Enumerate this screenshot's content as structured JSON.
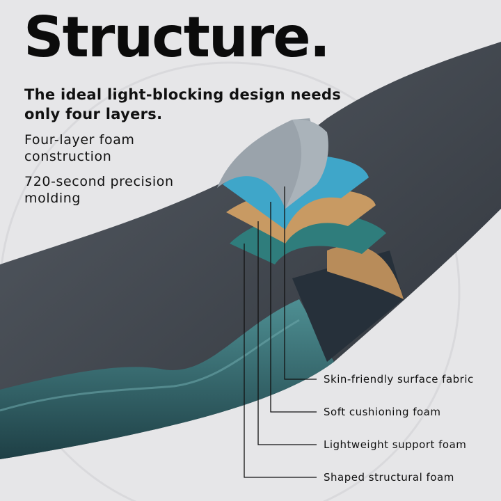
{
  "header": {
    "title": "Structure.",
    "subtitle": "The ideal light-blocking design needs only four layers."
  },
  "features": [
    "Four-layer foam construction",
    "720-second precision molding"
  ],
  "layers": [
    {
      "label": "Skin-friendly surface fabric",
      "color": "#9aa3ab"
    },
    {
      "label": "Soft cushioning foam",
      "color": "#3fa6c9"
    },
    {
      "label": "Lightweight support foam",
      "color": "#c89a63"
    },
    {
      "label": "Shaped structural foam",
      "color": "#2f7d7c"
    }
  ]
}
